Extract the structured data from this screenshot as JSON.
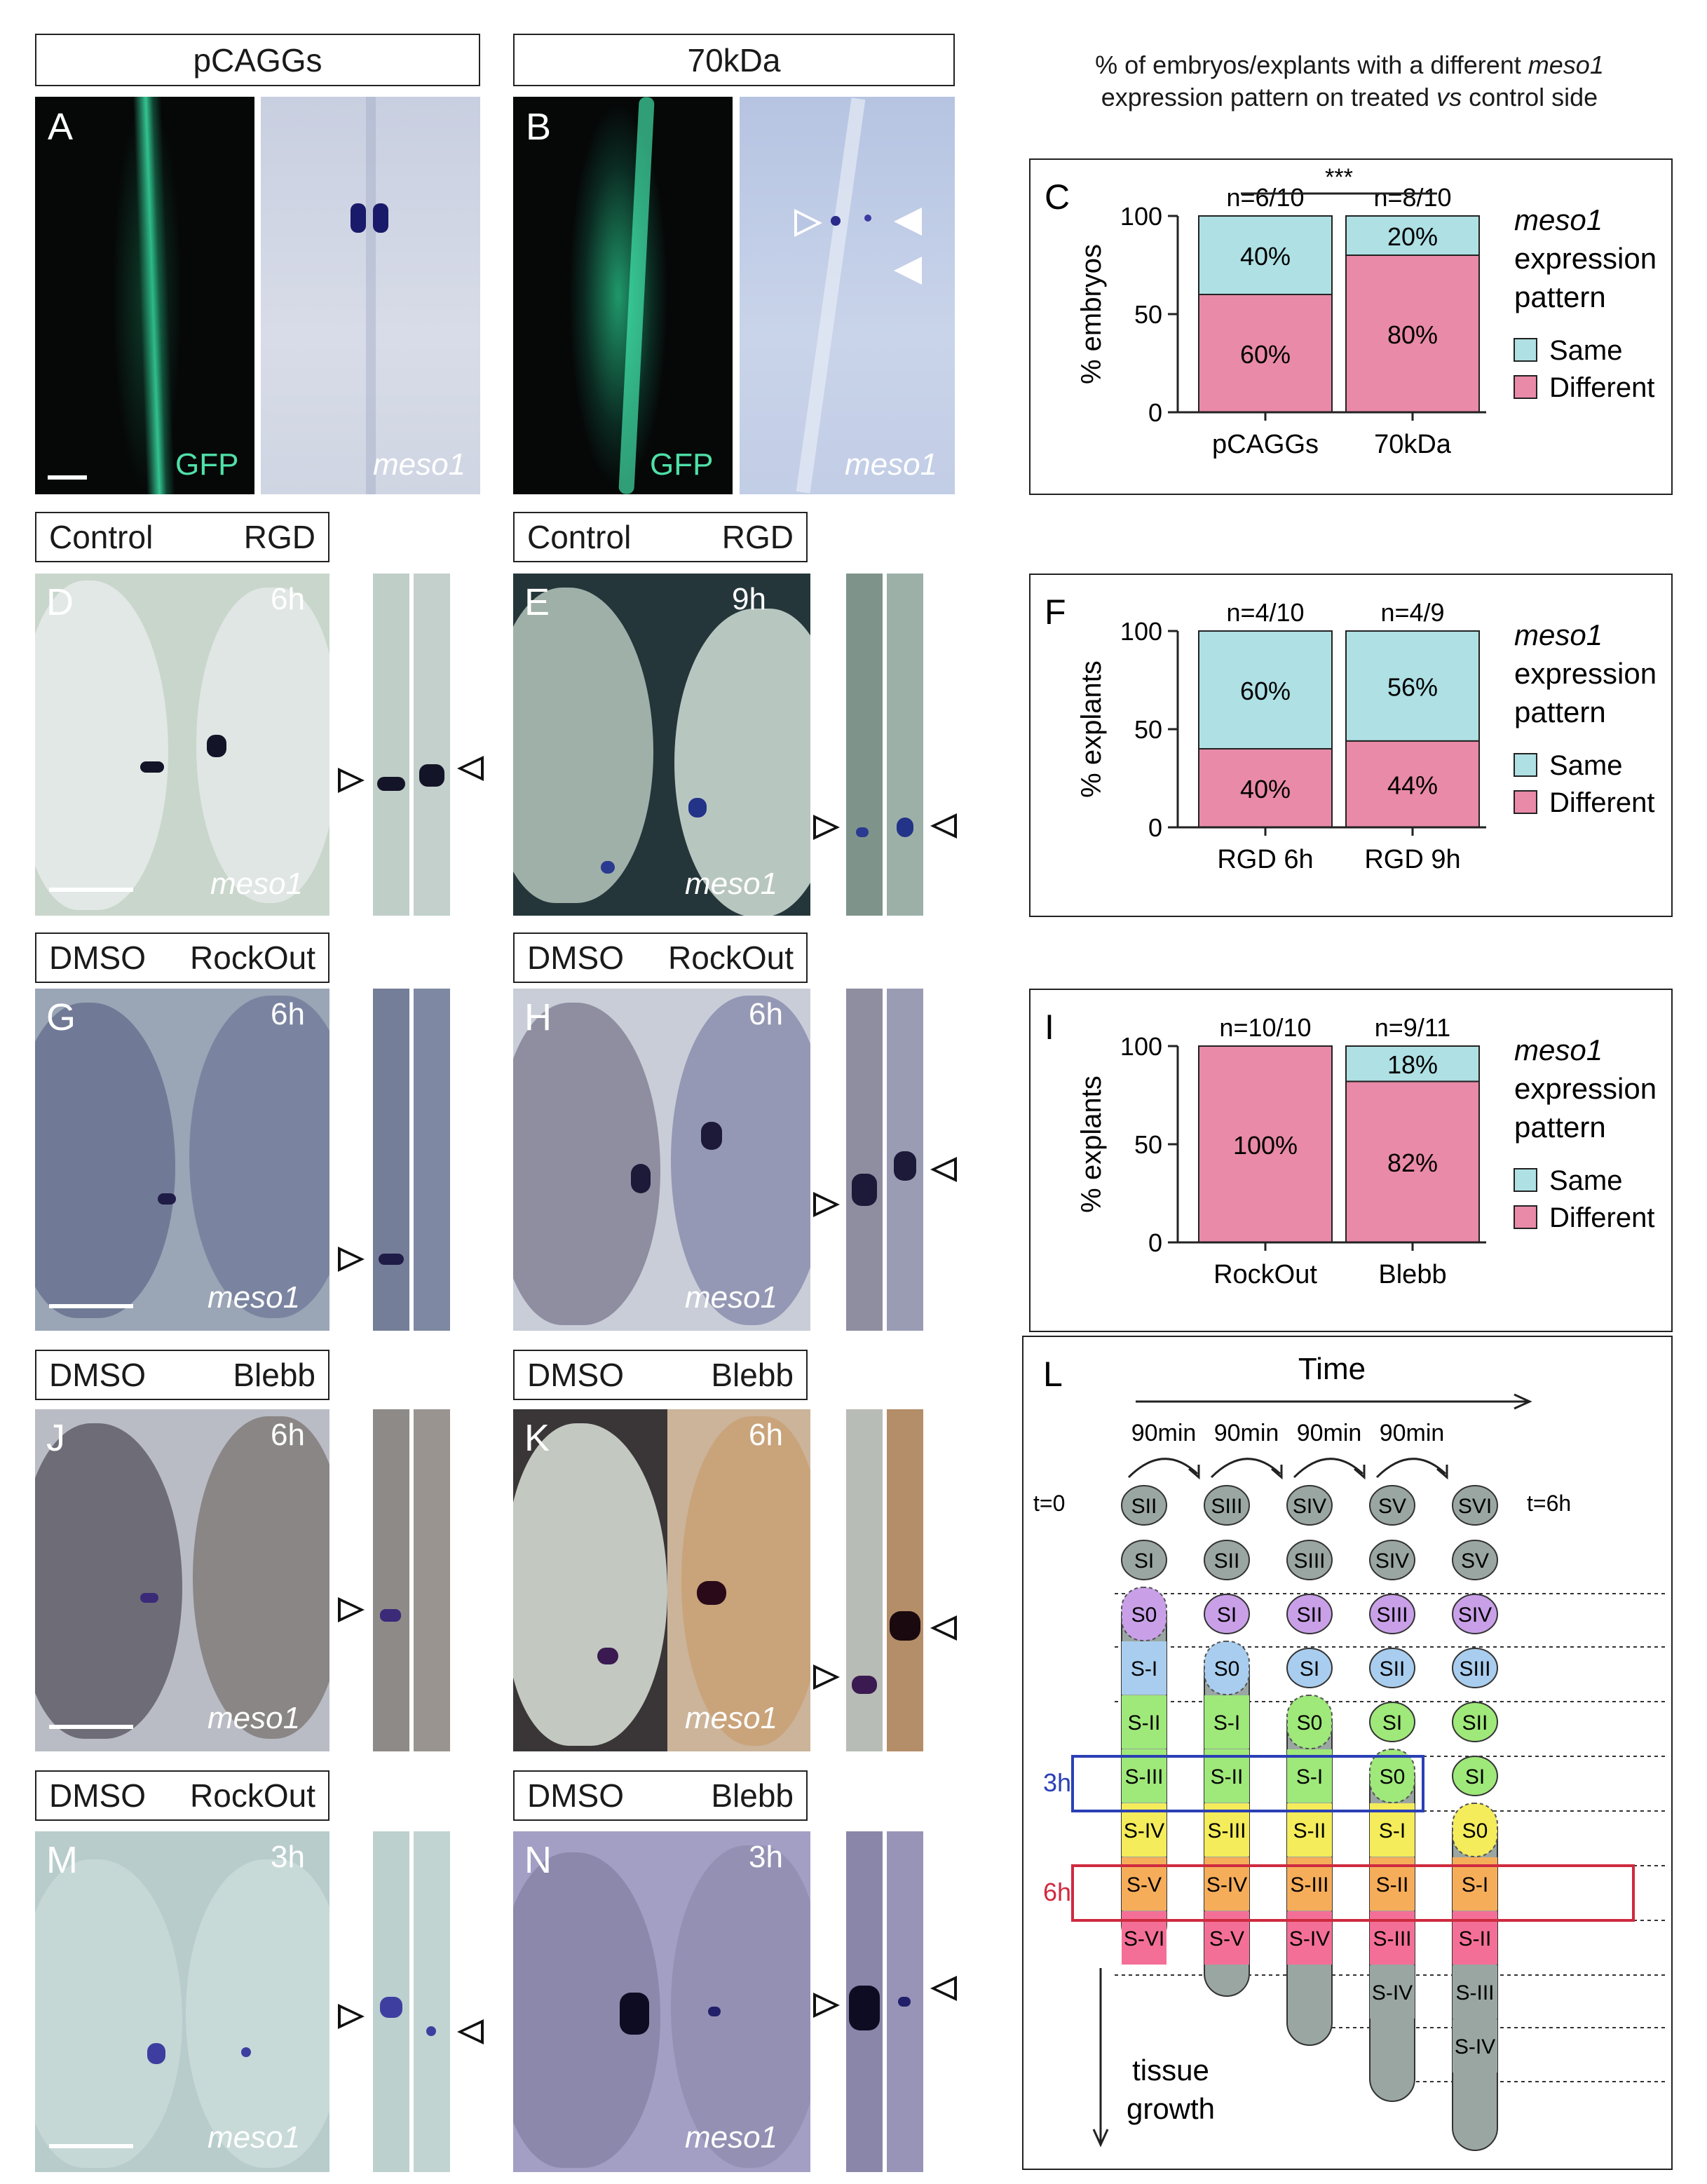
{
  "headers": {
    "pcaggs": "pCAGGs",
    "kda70": "70kDa",
    "d_left": "Control",
    "d_right": "RGD",
    "e_left": "Control",
    "e_right": "RGD",
    "g_left": "DMSO",
    "g_right": "RockOut",
    "h_left": "DMSO",
    "h_right": "RockOut",
    "j_left": "DMSO",
    "j_right": "Blebb",
    "k_left": "DMSO",
    "k_right": "Blebb",
    "m_left": "DMSO",
    "m_right": "RockOut",
    "n_left": "DMSO",
    "n_right": "Blebb"
  },
  "panels": {
    "A": "A",
    "B": "B",
    "C": "C",
    "D": "D",
    "E": "E",
    "F": "F",
    "G": "G",
    "H": "H",
    "I": "I",
    "J": "J",
    "K": "K",
    "L": "L",
    "M": "M",
    "N": "N"
  },
  "labels": {
    "gfp": "GFP",
    "meso1": "meso1",
    "t6h": "6h",
    "t9h": "9h",
    "t3h": "3h"
  },
  "chart_title_line1": "% of embryos/explants with a different ",
  "chart_title_gene": "meso1",
  "chart_title_line2a": "expression pattern on treated ",
  "chart_title_vs": "vs",
  "chart_title_line2b": " control side",
  "legend": {
    "gene": "meso1",
    "line2": "expression",
    "line3": "pattern",
    "same": "Same",
    "different": "Different",
    "same_color": "#aee0e4",
    "different_color": "#e98aa8"
  },
  "chart_data": [
    {
      "panel": "C",
      "type": "bar",
      "stacked": true,
      "categories": [
        "pCAGGs",
        "70kDa"
      ],
      "ylabel": "% embryos",
      "ylim": [
        0,
        100
      ],
      "yticks": [
        0,
        50,
        100
      ],
      "n_labels": [
        "n=6/10",
        "n=8/10"
      ],
      "significance": "***",
      "series": [
        {
          "name": "Different",
          "values": [
            60,
            80
          ],
          "labels": [
            "60%",
            "80%"
          ]
        },
        {
          "name": "Same",
          "values": [
            40,
            20
          ],
          "labels": [
            "40%",
            "20%"
          ]
        }
      ]
    },
    {
      "panel": "F",
      "type": "bar",
      "stacked": true,
      "categories": [
        "RGD 6h",
        "RGD 9h"
      ],
      "ylabel": "% explants",
      "ylim": [
        0,
        100
      ],
      "yticks": [
        0,
        50,
        100
      ],
      "n_labels": [
        "n=4/10",
        "n=4/9"
      ],
      "series": [
        {
          "name": "Different",
          "values": [
            40,
            44
          ],
          "labels": [
            "40%",
            "44%"
          ]
        },
        {
          "name": "Same",
          "values": [
            60,
            56
          ],
          "labels": [
            "60%",
            "56%"
          ]
        }
      ]
    },
    {
      "panel": "I",
      "type": "bar",
      "stacked": true,
      "categories": [
        "RockOut",
        "Blebb"
      ],
      "ylabel": "% explants",
      "ylim": [
        0,
        100
      ],
      "yticks": [
        0,
        50,
        100
      ],
      "n_labels": [
        "n=10/10",
        "n=9/11"
      ],
      "series": [
        {
          "name": "Different",
          "values": [
            100,
            82
          ],
          "labels": [
            "100%",
            "82%"
          ]
        },
        {
          "name": "Same",
          "values": [
            0,
            18
          ],
          "labels": [
            "",
            "18%"
          ]
        }
      ]
    }
  ],
  "schematic": {
    "time_label": "Time",
    "intervals": [
      "90min",
      "90min",
      "90min",
      "90min"
    ],
    "t0": "t=0",
    "t6h": "t=6h",
    "label_3h": "3h",
    "label_6h": "6h",
    "growth_line1": "tissue",
    "growth_line2": "growth",
    "top_row": [
      "SII",
      "SIII",
      "SIV",
      "SV",
      "SVI"
    ],
    "second_row": [
      "SI",
      "SII",
      "SIII",
      "SIV",
      "SV"
    ],
    "columns": [
      [
        "S0",
        "S-I",
        "S-II",
        "S-III",
        "S-IV",
        "S-V",
        "S-VI"
      ],
      [
        "SI",
        "S0",
        "S-I",
        "S-II",
        "S-III",
        "S-IV",
        "S-V"
      ],
      [
        "SII",
        "SI",
        "S0",
        "S-I",
        "S-II",
        "S-III",
        "S-IV"
      ],
      [
        "SIII",
        "SII",
        "SI",
        "S0",
        "S-I",
        "S-II",
        "S-III",
        "S-IV"
      ],
      [
        "SIV",
        "SIII",
        "SII",
        "SI",
        "S0",
        "S-I",
        "S-II",
        "S-III",
        "S-IV"
      ]
    ],
    "colors": {
      "gray": "#9aa6a2",
      "purple": "#c9a0e8",
      "blue": "#a9cdee",
      "green": "#9fe87a",
      "yellow": "#f4ec5a",
      "orange": "#f6ad5a",
      "pink": "#f46f97",
      "box3h": "#2b3fb5",
      "box6h": "#cf2a3f"
    }
  }
}
